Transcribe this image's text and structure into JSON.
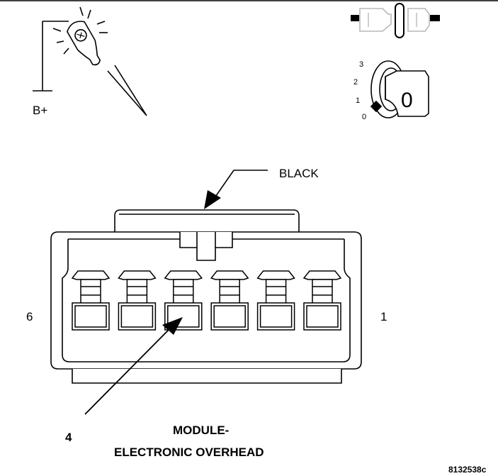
{
  "probe": {
    "label": "B+",
    "icon": "test-light-probe-icon"
  },
  "connector_icon": {
    "icon": "disconnected-connector-icon"
  },
  "ignition": {
    "icon": "ignition-switch-icon",
    "positions": [
      "3",
      "2",
      "1",
      "0"
    ],
    "current_position": "0"
  },
  "connector": {
    "color_callout": "BLACK",
    "pin_left": "6",
    "pin_right": "1",
    "callout_number": "4",
    "cavity_count": 6,
    "highlighted_cavity": 4
  },
  "caption": {
    "line1": "MODULE-",
    "line2": "ELECTRONIC OVERHEAD"
  },
  "figure_id": "8132538c",
  "colors": {
    "line": "#000000",
    "background": "#ffffff",
    "light_gray": "#b8b8b8"
  }
}
